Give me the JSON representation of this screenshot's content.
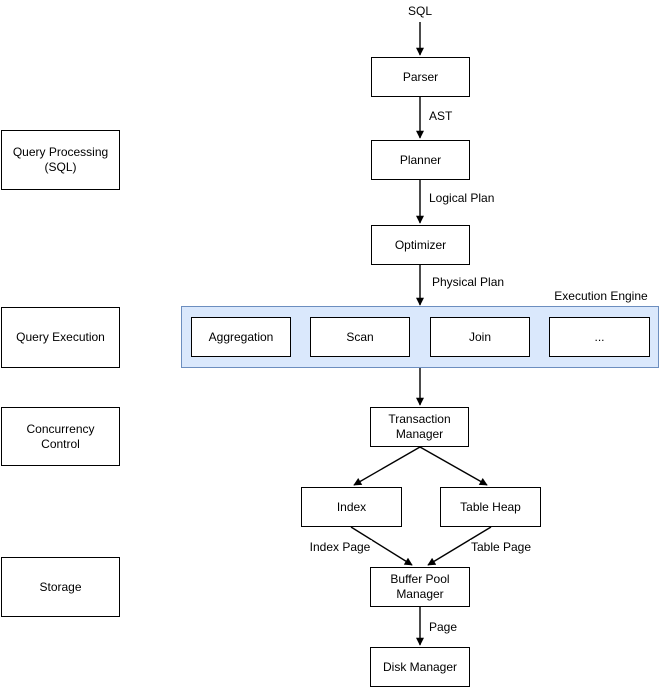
{
  "diagram": {
    "flow_labels": {
      "sql": "SQL",
      "ast": "AST",
      "logical_plan": "Logical Plan",
      "physical_plan": "Physical Plan",
      "index_page": "Index Page",
      "table_page": "Table Page",
      "page": "Page"
    },
    "nodes": {
      "parser": "Parser",
      "planner": "Planner",
      "optimizer": "Optimizer",
      "transaction_manager": "Transaction Manager",
      "index": "Index",
      "table_heap": "Table Heap",
      "buffer_pool_manager": "Buffer Pool Manager",
      "disk_manager": "Disk Manager"
    },
    "engine": {
      "label": "Execution Engine",
      "operators": [
        "Aggregation",
        "Scan",
        "Join",
        "..."
      ]
    },
    "layers": [
      {
        "label": "Query Processing (SQL)"
      },
      {
        "label": "Query Execution"
      },
      {
        "label": "Concurrency Control"
      },
      {
        "label": "Storage"
      }
    ],
    "colors": {
      "engine_fill": "#dae8fc",
      "engine_border": "#6c8ebf",
      "node_border": "#000000",
      "node_fill": "#ffffff",
      "edge": "#000000",
      "text": "#000000"
    }
  }
}
